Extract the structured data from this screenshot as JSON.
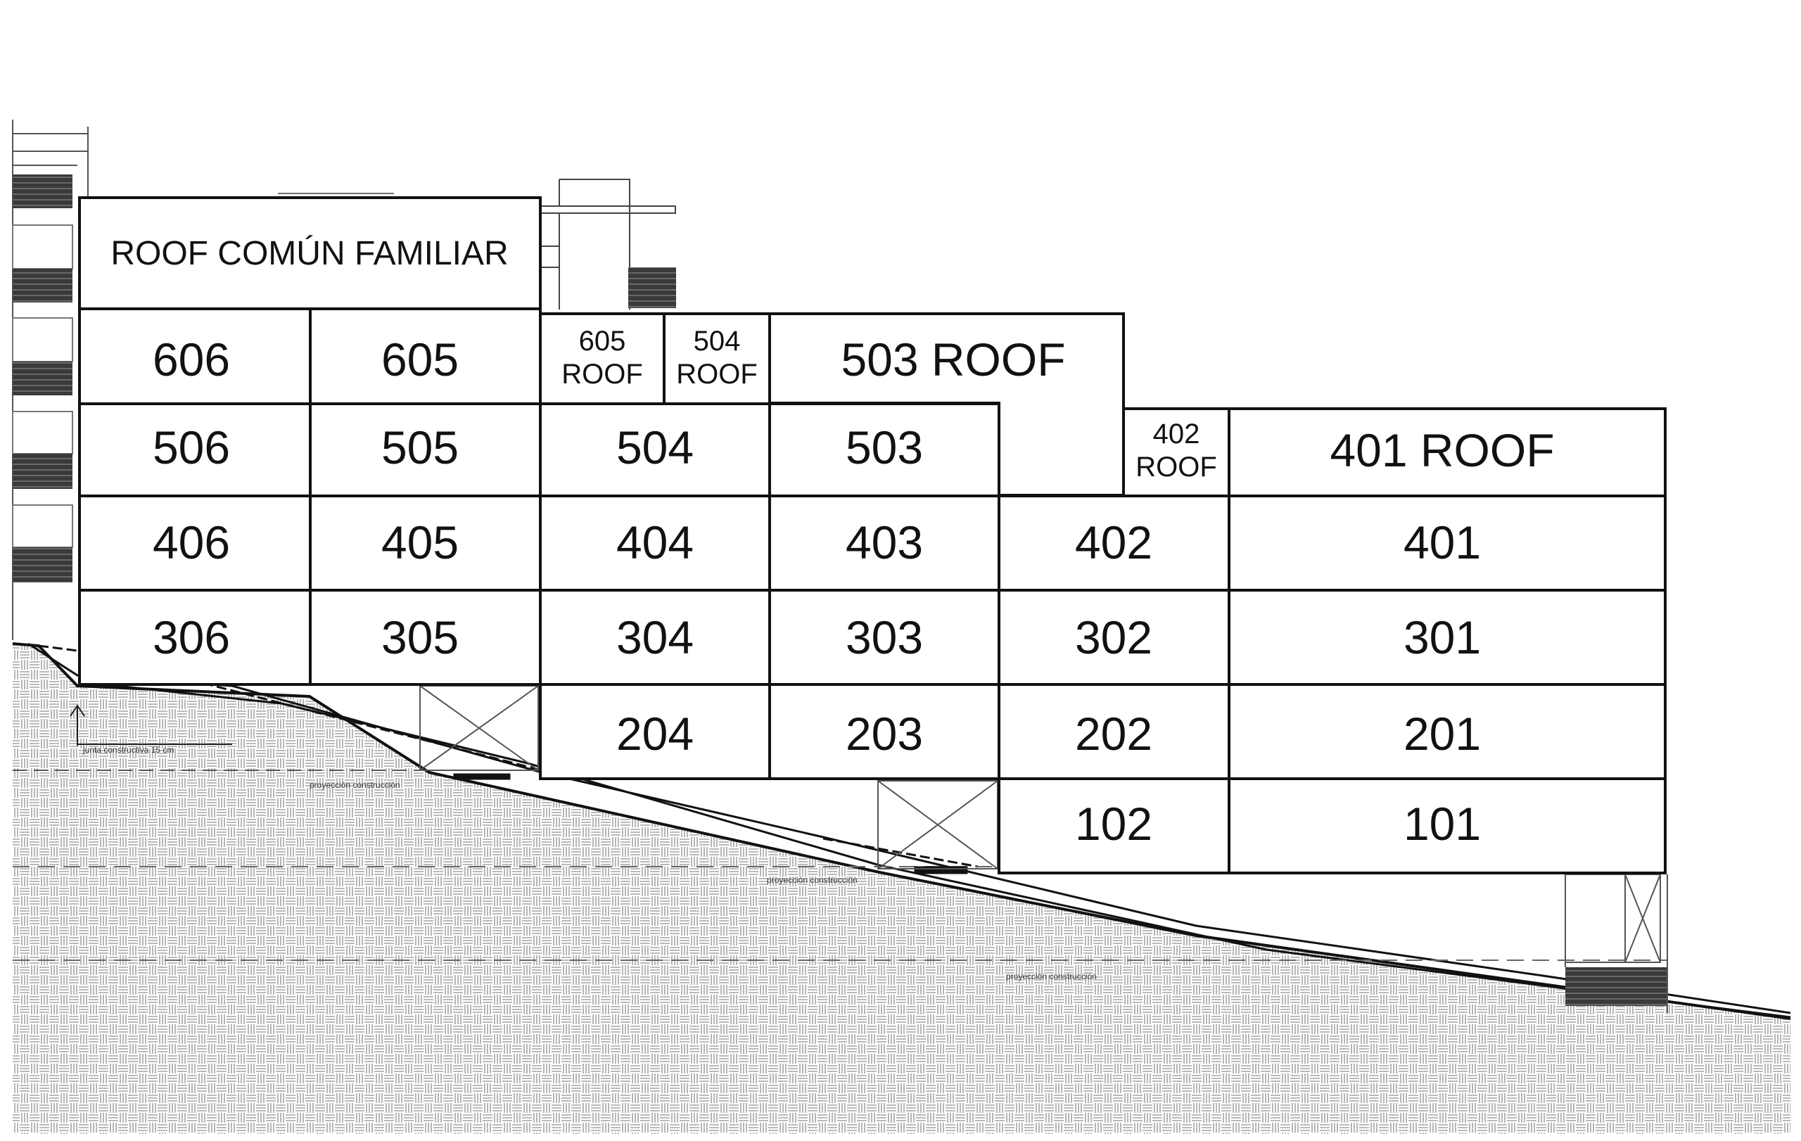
{
  "section": {
    "roof_common": {
      "label": "ROOF COMÚN FAMILIAR"
    },
    "units": {
      "u606": "606",
      "u605": "605",
      "r605": [
        "605",
        "ROOF"
      ],
      "r504": [
        "504",
        "ROOF"
      ],
      "r503": "503 ROOF",
      "u506": "506",
      "u505": "505",
      "u504": "504",
      "u503": "503",
      "r402": [
        "402",
        "ROOF"
      ],
      "r401": "401 ROOF",
      "u406": "406",
      "u405": "405",
      "u404": "404",
      "u403": "403",
      "u402": "402",
      "u401": "401",
      "u306": "306",
      "u305": "305",
      "u304": "304",
      "u303": "303",
      "u302": "302",
      "u301": "301",
      "u204": "204",
      "u203": "203",
      "u202": "202",
      "u201": "201",
      "u102": "102",
      "u101": "101"
    },
    "annotations": {
      "joint": "junta constructiva 15 cm",
      "proj1": "proyección construcción",
      "proj2": "proyección construcción",
      "proj3": "proyección construcción"
    }
  },
  "colors": {
    "line": "#111111",
    "ground_hatch": "#9a9a9a",
    "background": "#ffffff"
  }
}
